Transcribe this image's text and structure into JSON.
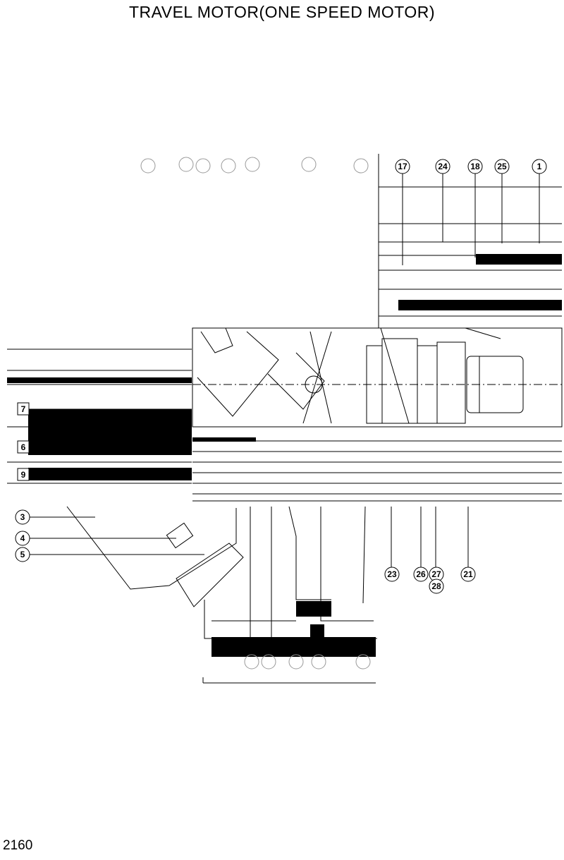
{
  "header": {
    "title": "TRAVEL MOTOR(ONE SPEED MOTOR)"
  },
  "footer": {
    "page_number": "2160"
  },
  "diagram": {
    "callouts": [
      {
        "label": "17"
      },
      {
        "label": "24"
      },
      {
        "label": "18"
      },
      {
        "label": "25"
      },
      {
        "label": "1"
      },
      {
        "label": "7"
      },
      {
        "label": "6"
      },
      {
        "label": "9"
      },
      {
        "label": "3"
      },
      {
        "label": "4"
      },
      {
        "label": "5"
      },
      {
        "label": "23"
      },
      {
        "label": "26"
      },
      {
        "label": "27"
      },
      {
        "label": "28"
      },
      {
        "label": "21"
      }
    ]
  }
}
